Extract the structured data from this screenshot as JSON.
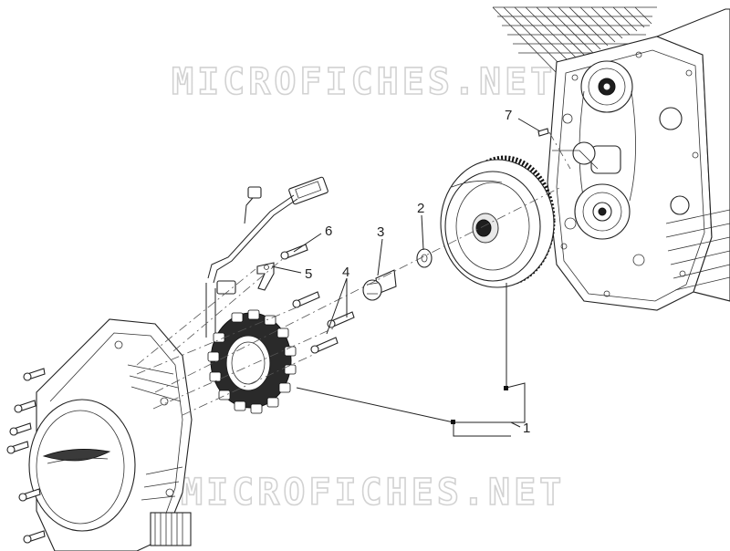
{
  "watermark": {
    "top": "MICROFICHES.NET",
    "bottom": "MICROFICHES.NET"
  },
  "callouts": {
    "c1": "1",
    "c2": "2",
    "c3": "3",
    "c4": "4",
    "c5": "5",
    "c6": "6",
    "c7": "7"
  },
  "colors": {
    "line": "#222222",
    "watermark": "#d2d2d2",
    "background": "#ffffff"
  }
}
